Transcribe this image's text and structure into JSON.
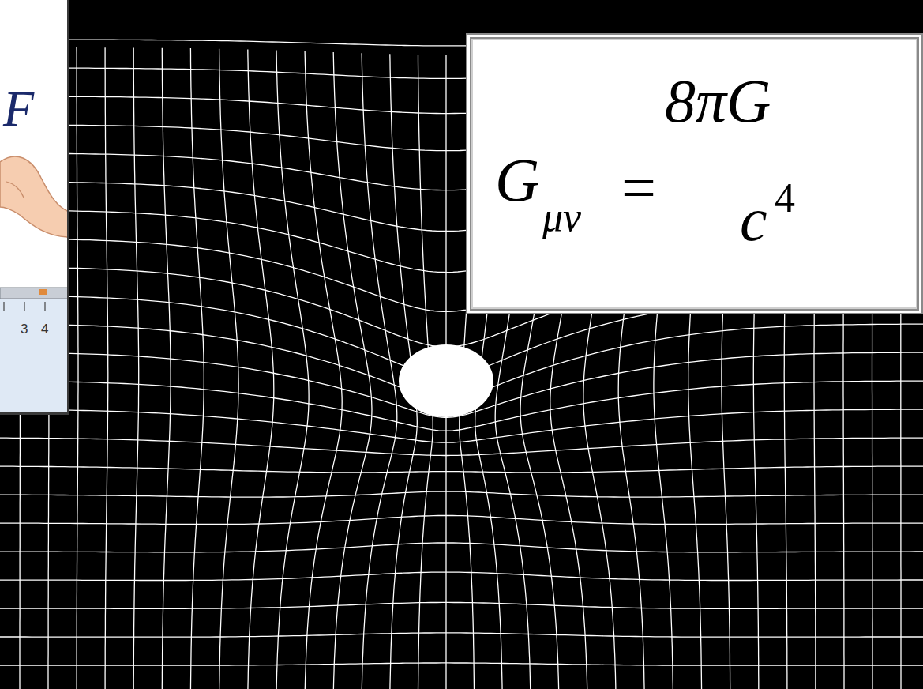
{
  "diagram": {
    "nodes": [
      {
        "text": [
          "F",
          "3",
          "4"
        ]
      },
      {
        "text": [
          "G",
          "μν",
          "=",
          "8πG",
          "c",
          "4"
        ]
      }
    ]
  }
}
